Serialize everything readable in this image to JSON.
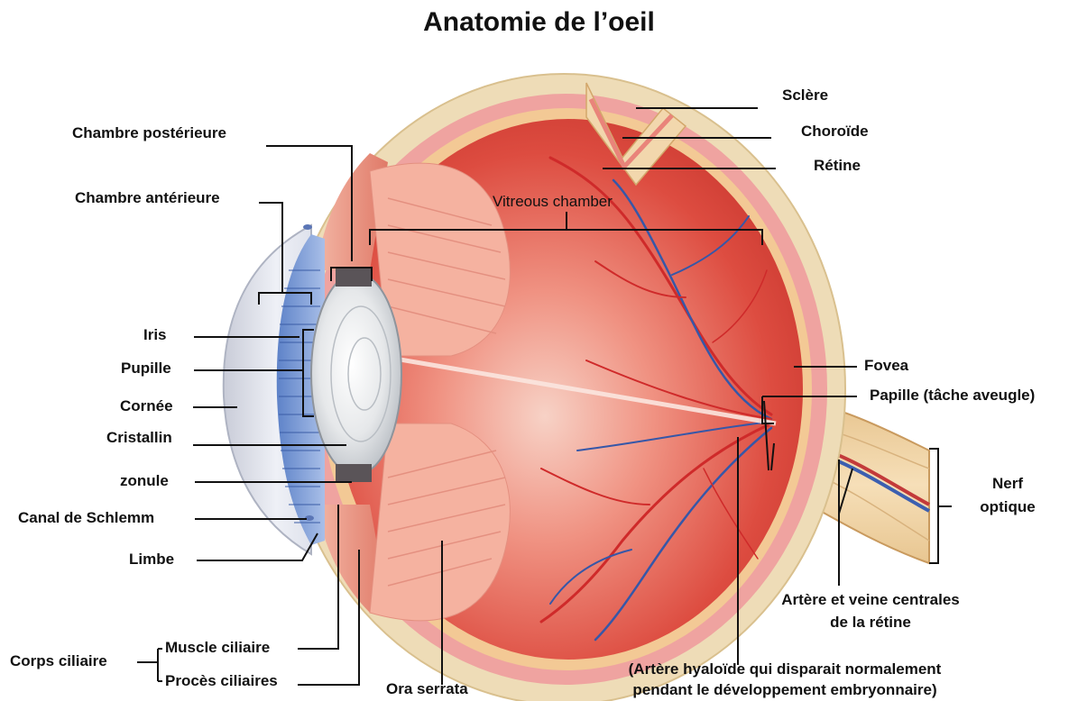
{
  "title": "Anatomie de l’oeil",
  "labels": {
    "sclere": "Sclère",
    "choroide": "Choroïde",
    "retine": "Rétine",
    "chambre_posterieure": "Chambre postérieure",
    "chambre_anterieure": "Chambre antérieure",
    "vitreous_chamber": "Vitreous chamber",
    "iris": "Iris",
    "pupille": "Pupille",
    "cornee": "Cornée",
    "cristallin": "Cristallin",
    "zonule": "zonule",
    "canal_schlemm": "Canal de Schlemm",
    "limbe": "Limbe",
    "corps_ciliaire": "Corps ciliaire",
    "muscle_ciliaire": "Muscle ciliaire",
    "proces_ciliaires": "Procès ciliaires",
    "ora_serrata": "Ora serrata",
    "fovea": "Fovea",
    "papille": "Papille (tâche aveugle)",
    "nerf_optique_1": "Nerf",
    "nerf_optique_2": "optique",
    "artere_veine_1": "Artère et veine centrales",
    "artere_veine_2": "de la rétine",
    "artere_hyaloide_1": "(Artère hyaloïde qui disparait normalement",
    "artere_hyaloide_2": "pendant le développement embryonnaire)"
  }
}
